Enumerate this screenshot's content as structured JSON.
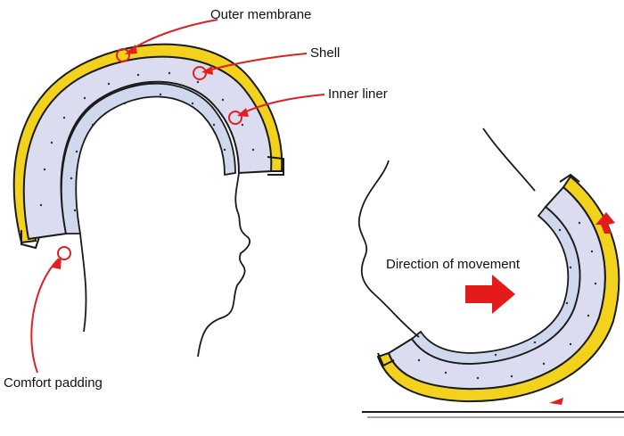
{
  "labels": {
    "outer_membrane": "Outer membrane",
    "shell": "Shell",
    "inner_liner": "Inner liner",
    "comfort_padding": "Comfort padding",
    "direction_of_movement": "Direction of movement"
  },
  "colors": {
    "outer_membrane": "#f2d21c",
    "shell": "#1b1b1b",
    "inner_liner": "#dcdcf0",
    "comfort_padding": "#dbe1f1",
    "callout": "#e02020",
    "arrow": "#e51a1a",
    "outline": "#1a1a1a"
  },
  "icons": {
    "direction_arrow": "right-arrow-icon"
  }
}
